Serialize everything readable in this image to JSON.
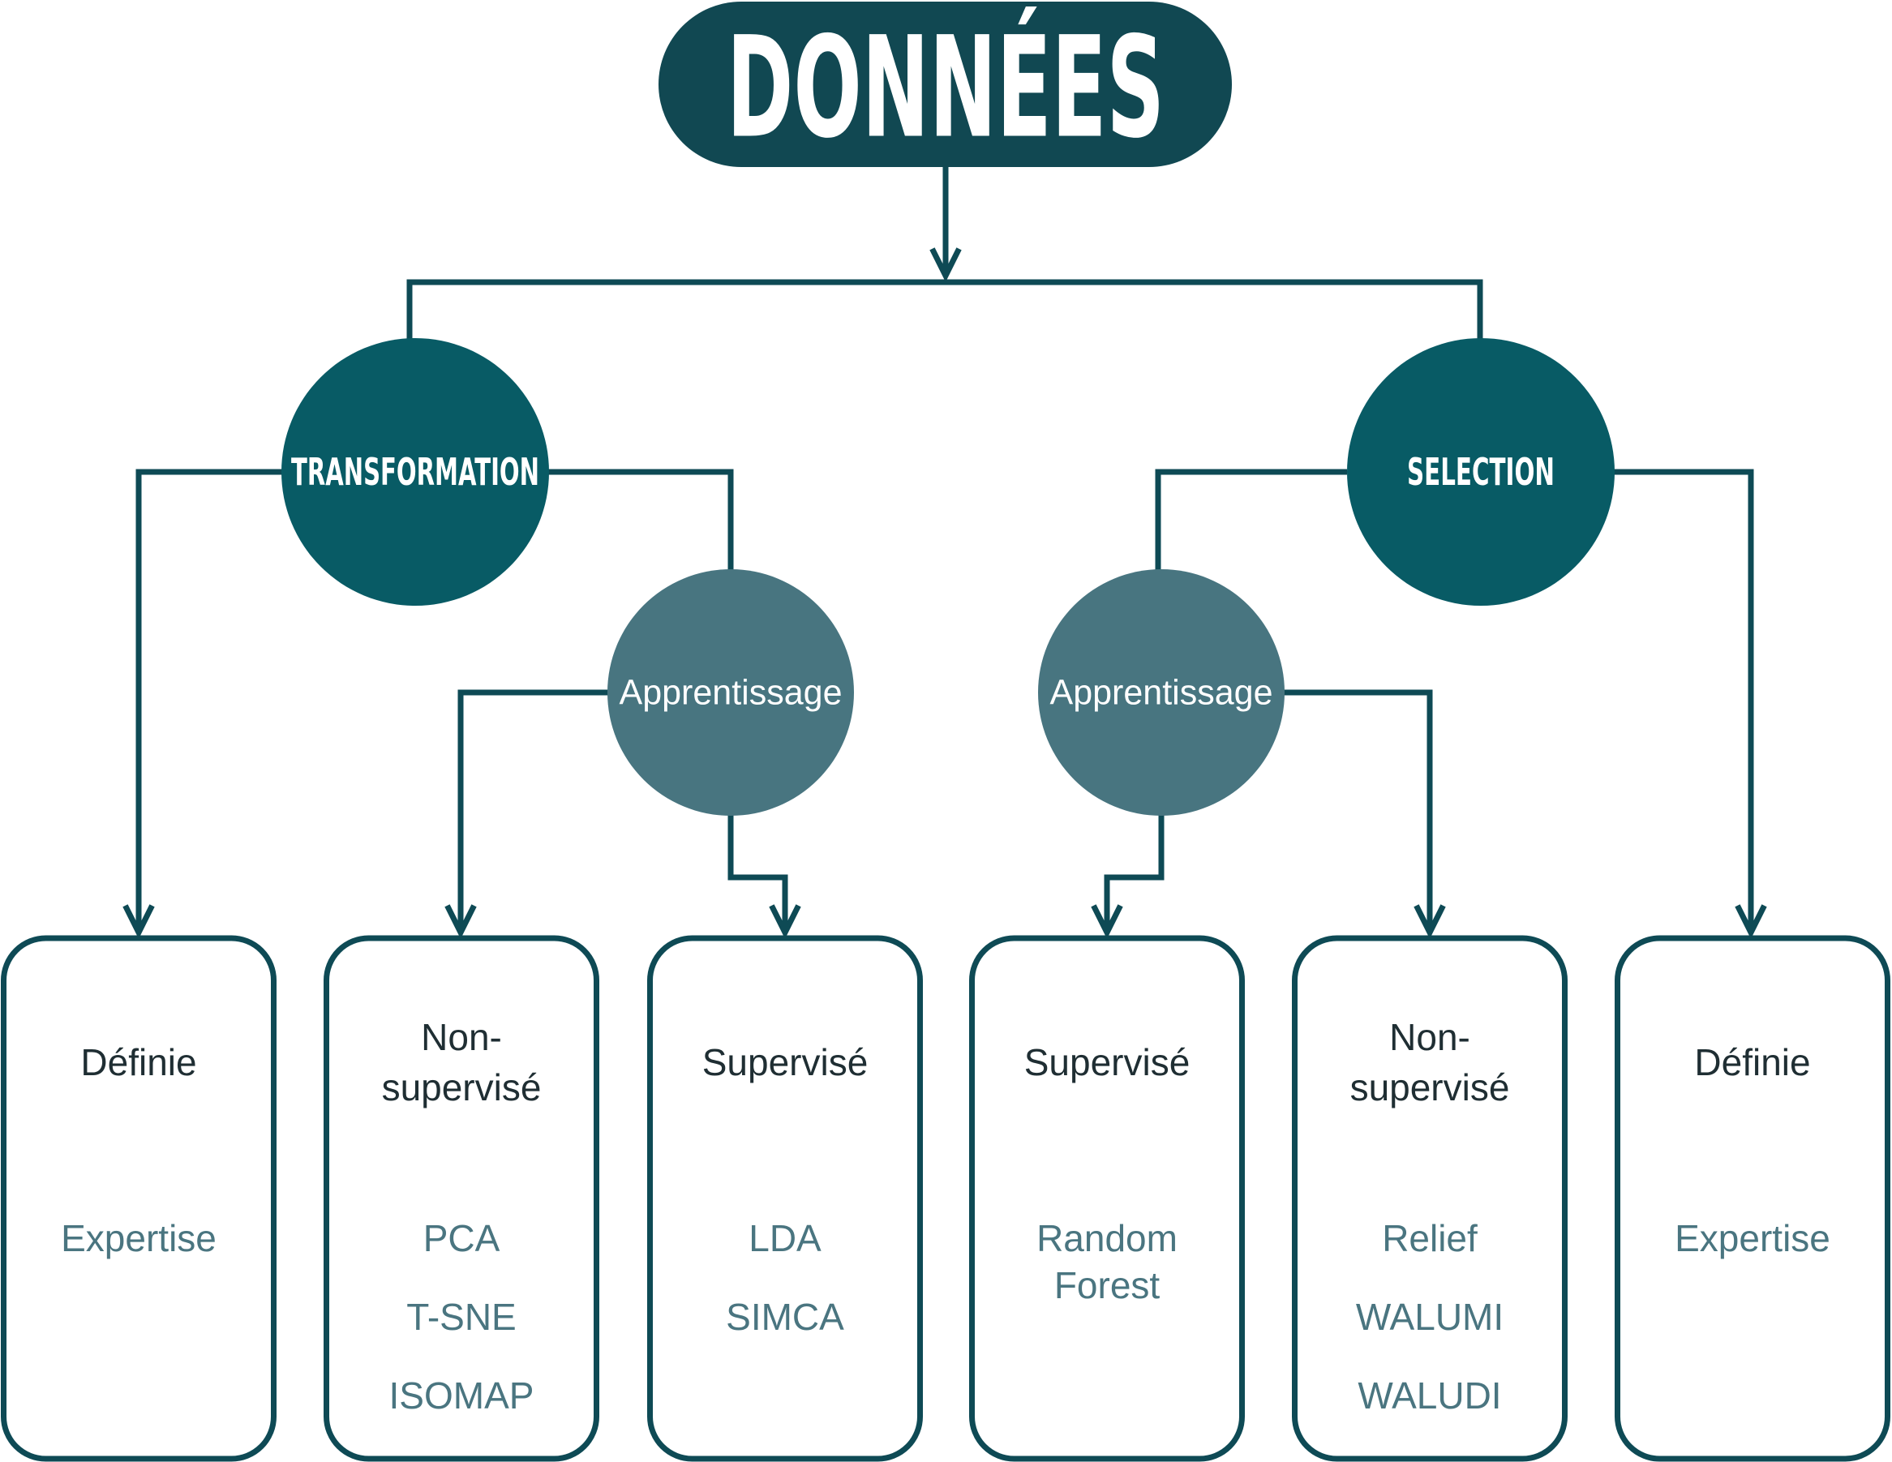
{
  "diagram": {
    "root": {
      "label": "DONNÉES"
    },
    "branches": [
      {
        "label": "TRANSFORMATION",
        "sub_label": "Apprentissage",
        "leaves": [
          {
            "title": [
              "Définie"
            ],
            "methods": [
              [
                "Expertise"
              ]
            ]
          },
          {
            "title": [
              "Non-",
              "supervisé"
            ],
            "methods": [
              [
                "PCA"
              ],
              [
                "T-SNE"
              ],
              [
                "ISOMAP"
              ]
            ]
          },
          {
            "title": [
              "Supervisé"
            ],
            "methods": [
              [
                "LDA"
              ],
              [
                "SIMCA"
              ]
            ]
          }
        ]
      },
      {
        "label": "SELECTION",
        "sub_label": "Apprentissage",
        "leaves": [
          {
            "title": [
              "Supervisé"
            ],
            "methods": [
              [
                "Random",
                "Forest"
              ]
            ]
          },
          {
            "title": [
              "Non-",
              "supervisé"
            ],
            "methods": [
              [
                "Relief"
              ],
              [
                "WALUMI"
              ],
              [
                "WALUDI"
              ]
            ]
          },
          {
            "title": [
              "Définie"
            ],
            "methods": [
              [
                "Expertise"
              ]
            ]
          }
        ]
      }
    ]
  },
  "colors": {
    "root_fill": "#114852",
    "main_node_fill": "#085b65",
    "sub_node_fill": "#487580",
    "line": "#0e4a55",
    "box_title_text": "#1f2e33",
    "box_method_text": "#4a7580",
    "background": "#ffffff"
  }
}
